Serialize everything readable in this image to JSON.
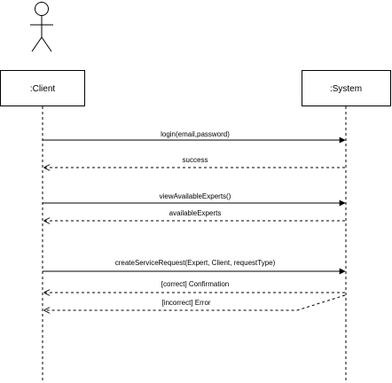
{
  "participants": {
    "client": {
      "label": ":Client"
    },
    "system": {
      "label": ":System"
    }
  },
  "messages": [
    {
      "label": "login(email,password)",
      "from": "client",
      "to": "system",
      "kind": "call"
    },
    {
      "label": "success",
      "from": "system",
      "to": "client",
      "kind": "return"
    },
    {
      "label": "viewAvailableExperts()",
      "from": "client",
      "to": "system",
      "kind": "call"
    },
    {
      "label": "availableExperts",
      "from": "system",
      "to": "client",
      "kind": "return"
    },
    {
      "label": "createServiceRequest(Expert, Client, requestType)",
      "from": "client",
      "to": "system",
      "kind": "call"
    },
    {
      "label": "[correct] Confirmation",
      "from": "system",
      "to": "client",
      "kind": "return"
    },
    {
      "label": "[incorrect] Error",
      "from": "system",
      "to": "client",
      "kind": "return"
    }
  ],
  "colors": {
    "stroke": "#000000",
    "background": "#ffffff"
  }
}
